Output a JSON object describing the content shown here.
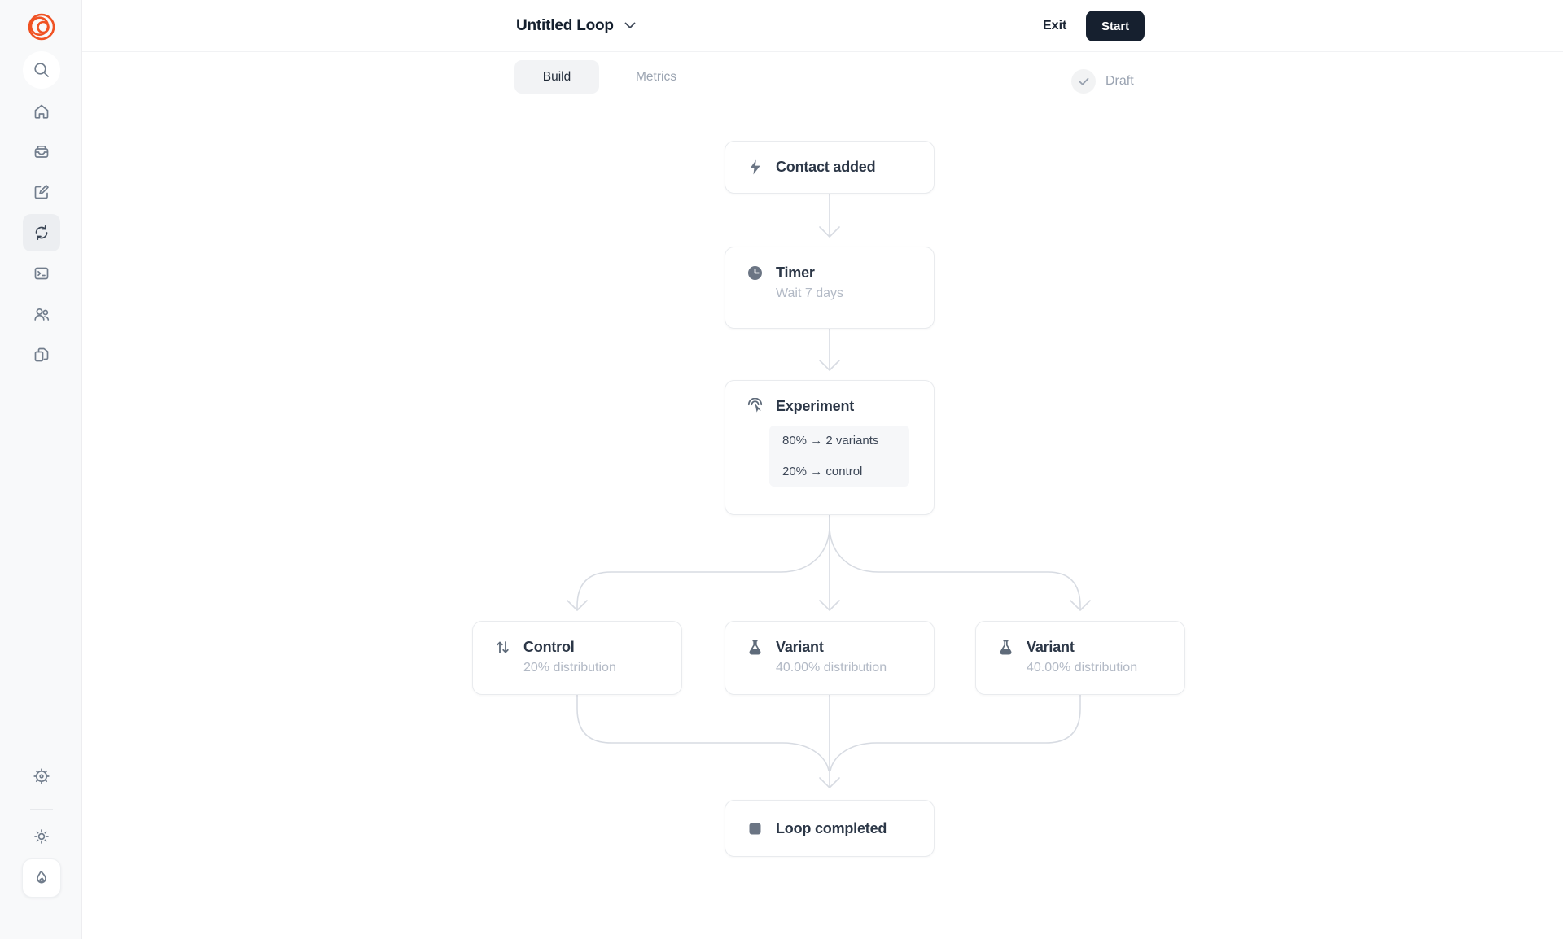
{
  "header": {
    "title": "Untitled Loop",
    "exit_label": "Exit",
    "start_label": "Start"
  },
  "tabs": [
    {
      "label": "Build",
      "active": true
    },
    {
      "label": "Metrics",
      "active": false
    }
  ],
  "status": {
    "label": "Draft",
    "icon": "check-circle-icon"
  },
  "sidebar": {
    "logo": "ortto-logo",
    "items": [
      {
        "icon": "search-icon"
      },
      {
        "icon": "home-icon"
      },
      {
        "icon": "inbox-icon"
      },
      {
        "icon": "compose-icon"
      },
      {
        "icon": "loop-sync-icon",
        "active": true
      },
      {
        "icon": "terminal-icon"
      },
      {
        "icon": "audience-icon"
      },
      {
        "icon": "templates-copy-icon"
      },
      {
        "icon": "settings-gear-icon"
      },
      {
        "icon": "theme-sun-icon"
      },
      {
        "icon": "flame-icon"
      }
    ]
  },
  "flow": {
    "nodes": {
      "contact_added": {
        "icon": "lightning-bolt-icon",
        "title": "Contact added"
      },
      "timer": {
        "icon": "clock-icon",
        "title": "Timer",
        "subtitle": "Wait 7 days"
      },
      "experiment": {
        "icon": "cursor-click-icon",
        "title": "Experiment",
        "rows": [
          "80% → 2 variants",
          "20% → control"
        ]
      },
      "control": {
        "icon": "arrows-up-down-icon",
        "title": "Control",
        "subtitle": "20% distribution"
      },
      "variant_1": {
        "icon": "flask-icon",
        "title": "Variant",
        "subtitle": "40.00% distribution"
      },
      "variant_2": {
        "icon": "flask-icon",
        "title": "Variant",
        "subtitle": "40.00% distribution"
      },
      "loop_completed": {
        "icon": "stop-square-icon",
        "title": "Loop completed"
      }
    }
  },
  "colors": {
    "brand_orange": "#f05223",
    "primary_dark": "#16202f",
    "connector": "#d7dbe2",
    "node_border": "#e9ebee",
    "subtitle_gray": "#b2b9c5"
  }
}
